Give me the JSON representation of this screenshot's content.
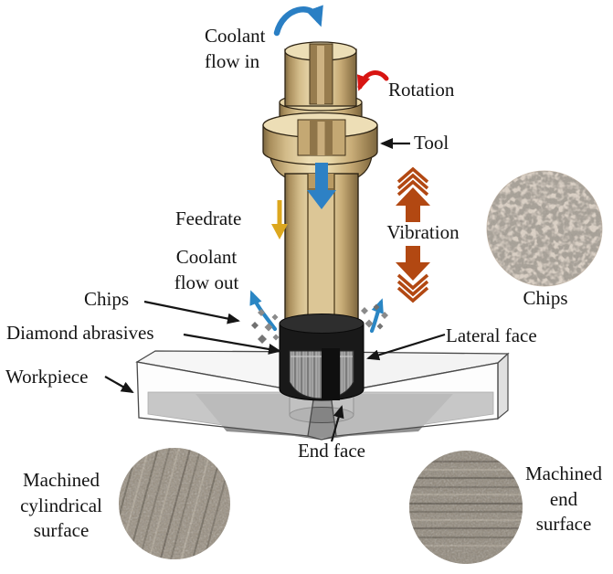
{
  "figure_type": "scientific-diagram-rotary-ultrasonic-machining",
  "labels": {
    "coolant_flow_in": "Coolant\nflow in",
    "rotation": "Rotation",
    "tool": "Tool",
    "feedrate": "Feedrate",
    "vibration": "Vibration",
    "coolant_flow_out": "Coolant\nflow out",
    "chips": "Chips",
    "diamond_abrasives": "Diamond abrasives",
    "workpiece": "Workpiece",
    "lateral_face": "Lateral face",
    "end_face": "End face",
    "chips_inset": "Chips",
    "machined_cylindrical_surface": "Machined\ncylindrical\nsurface",
    "machined_end_surface": "Machined\nend\nsurface"
  },
  "colors": {
    "coolant_arrow_blue": "#2a7fc4",
    "rotation_arrow_red": "#d81512",
    "feedrate_arrow_yellow": "#dca71e",
    "vibration_arrow_rust": "#b24812",
    "tool_body_tan": "#e8d7a8",
    "abrasive_band_black": "#191919",
    "abrasive_gray": "#a8a8a8",
    "workpiece_gray": "#f4f4f4",
    "text": "#141414",
    "background": "#ffffff"
  },
  "icons": {
    "coolant_in": "curved-arrow-into-bore",
    "rotation": "circular-rotation-arrow",
    "coolant_internal": "straight-down-arrow",
    "feedrate": "straight-down-arrow",
    "vibration": "double-headed-vertical-arrow-with-chevrons",
    "coolant_out": "curved-splash-arrows",
    "chips_particles": "scattered-diamond-specks"
  }
}
